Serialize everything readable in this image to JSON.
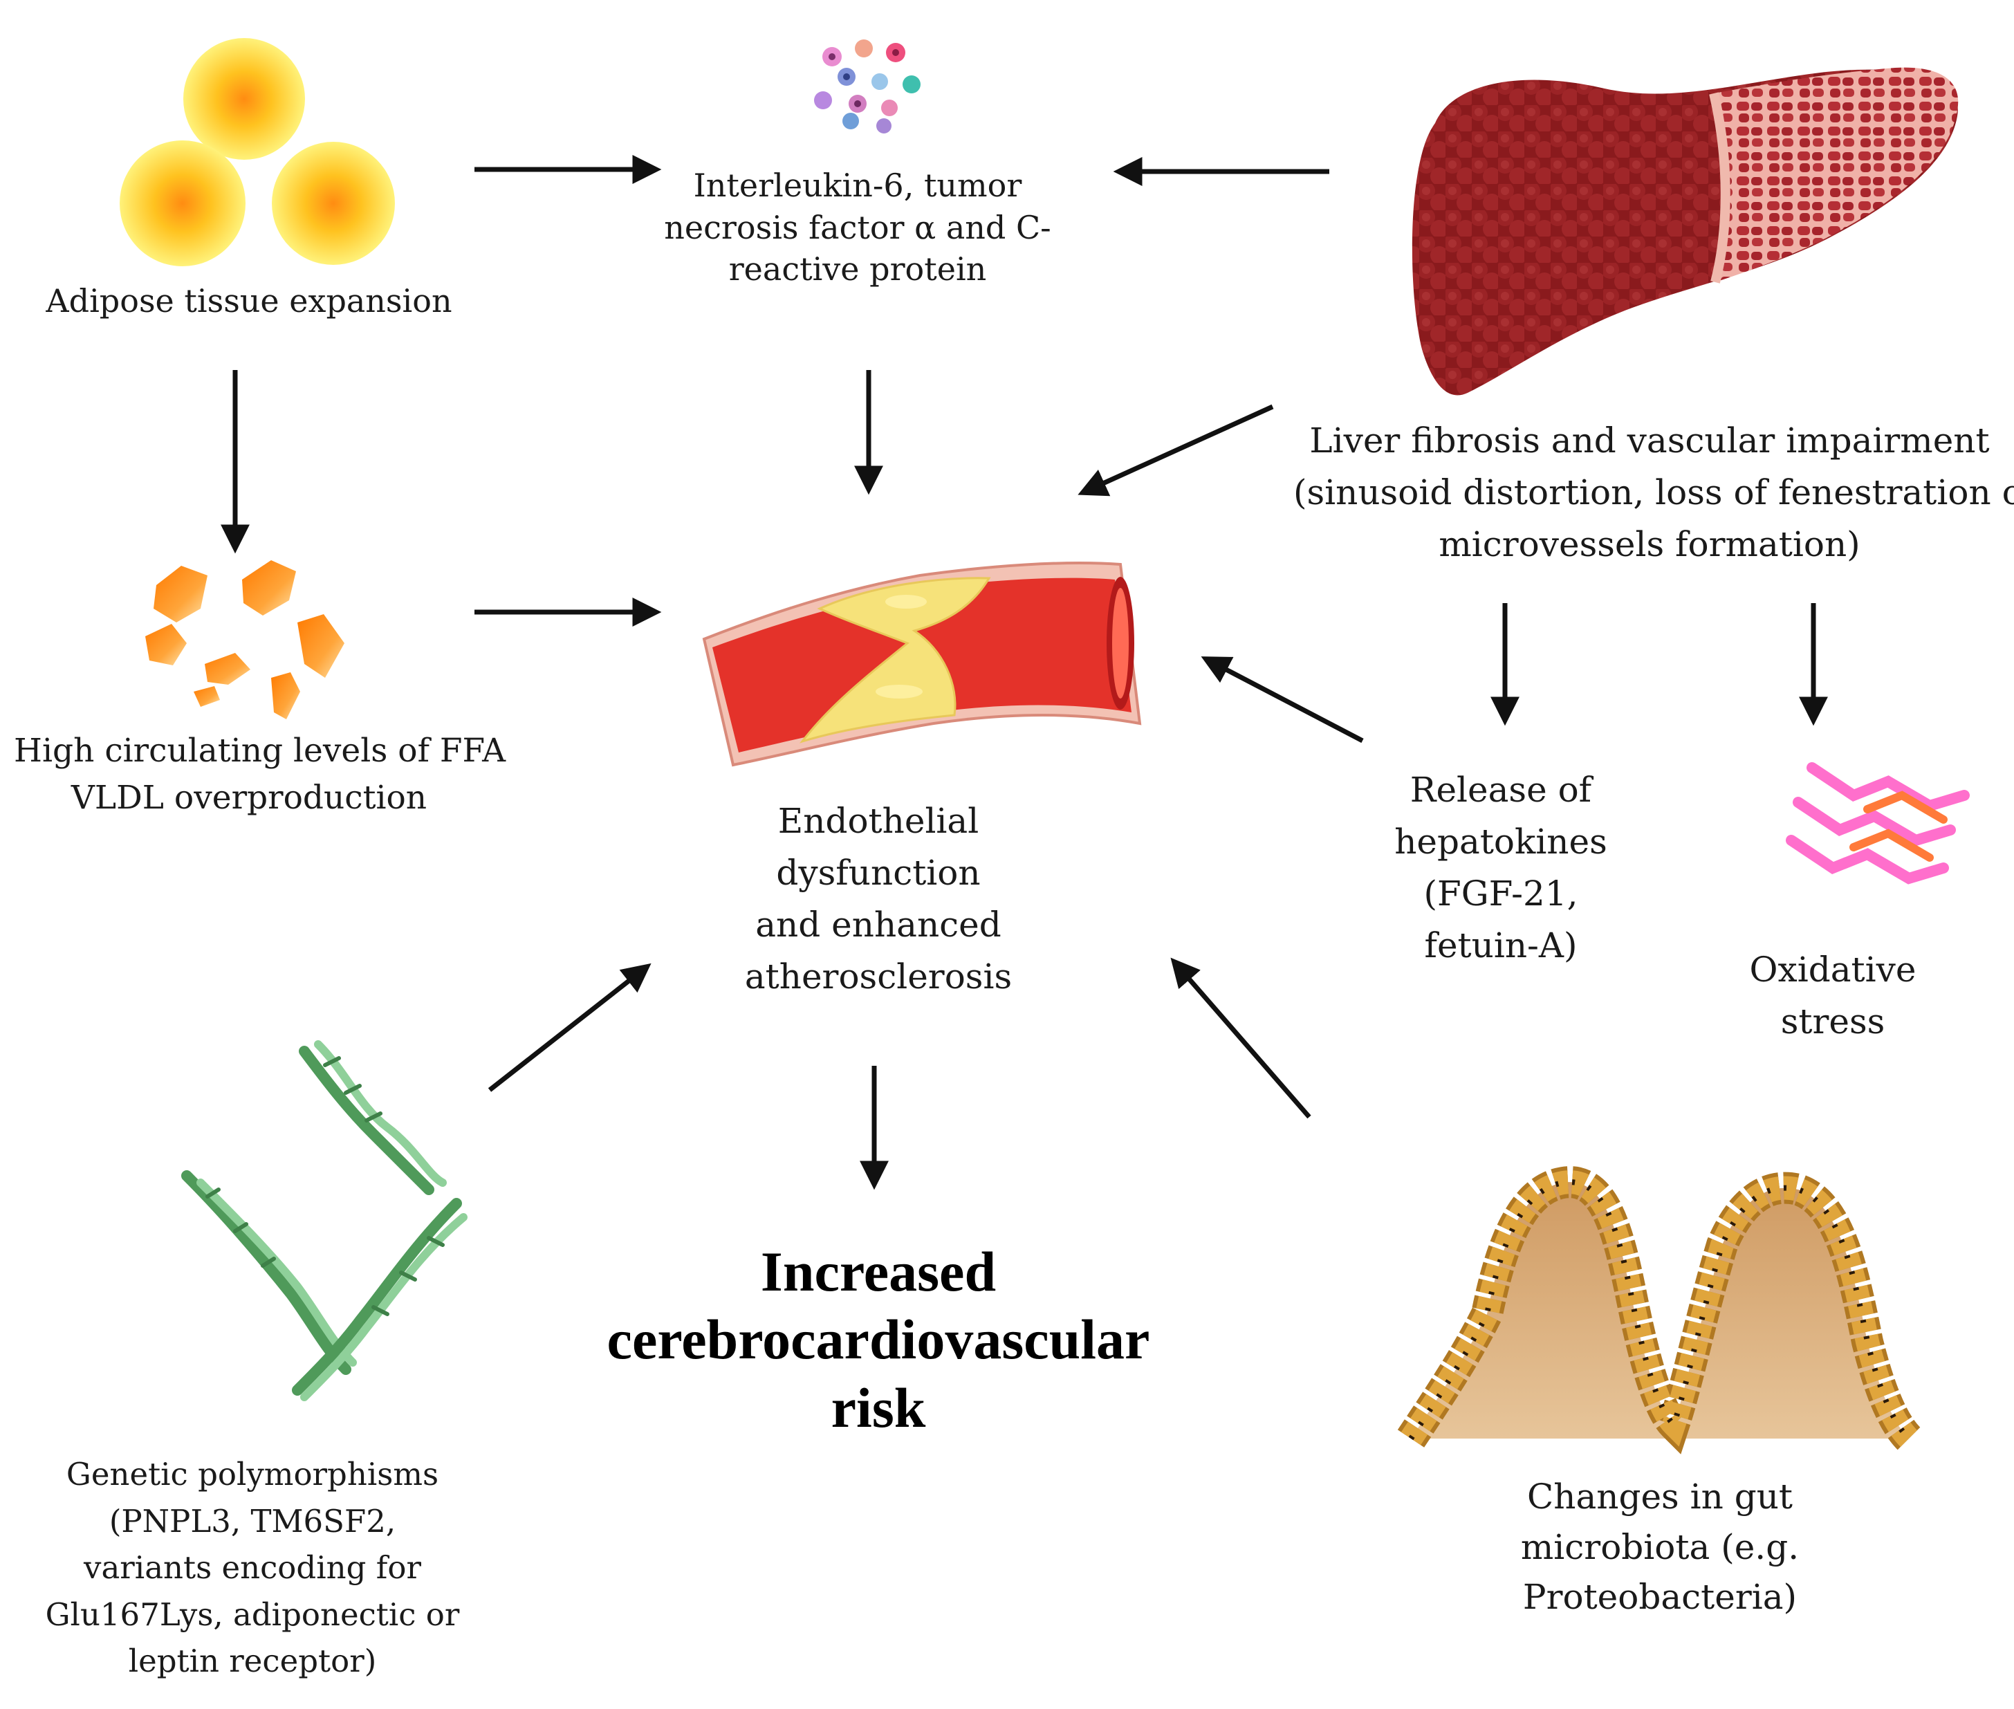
{
  "nodes": {
    "adipose": {
      "lines": [
        "Adipose tissue expansion"
      ],
      "icon": "adipocytes-icon"
    },
    "cytokines": {
      "lines": [
        "Interleukin-6, tumor",
        "necrosis factor α and C-",
        "reactive protein"
      ],
      "icon": "immune-cells-icon"
    },
    "liver": {
      "lines": [
        "Liver fibrosis and vascular impairment",
        "(sinusoid distortion, loss of fenestration or",
        "microvessels formation)"
      ],
      "icon": "fibrotic-liver-icon"
    },
    "ffa": {
      "lines": [
        "High circulating levels of FFA",
        "VLDL overproduction"
      ],
      "icon": "lipid-fragments-icon"
    },
    "endothelial": {
      "lines": [
        "Endothelial",
        "dysfunction",
        "and enhanced",
        "atherosclerosis"
      ],
      "icon": "atherosclerotic-artery-icon"
    },
    "hepatokines": {
      "lines": [
        "Release of",
        "hepatokines",
        "(FGF-21,",
        "fetuin-A)"
      ]
    },
    "oxidative": {
      "lines": [
        "Oxidative",
        "stress"
      ],
      "icon": "oxidative-stress-icon"
    },
    "risk": {
      "lines": [
        "Increased",
        "cerebrocardiovascular",
        "risk"
      ]
    },
    "genetic": {
      "lines": [
        "Genetic polymorphisms",
        "(PNPL3, TM6SF2,",
        "variants encoding for",
        "Glu167Lys, adiponectic or",
        "leptin receptor)"
      ],
      "icon": "dna-helix-icon"
    },
    "gut": {
      "lines": [
        "Changes in gut",
        "microbiota (e.g.",
        "Proteobacteria)"
      ],
      "icon": "intestinal-villi-icon"
    }
  },
  "edges": [
    {
      "from": "adipose",
      "to": "cytokines"
    },
    {
      "from": "liver",
      "to": "cytokines"
    },
    {
      "from": "adipose",
      "to": "ffa"
    },
    {
      "from": "cytokines",
      "to": "endothelial"
    },
    {
      "from": "liver",
      "to": "endothelial"
    },
    {
      "from": "ffa",
      "to": "endothelial"
    },
    {
      "from": "liver",
      "to": "hepatokines"
    },
    {
      "from": "liver",
      "to": "oxidative"
    },
    {
      "from": "hepatokines",
      "to": "endothelial"
    },
    {
      "from": "endothelial",
      "to": "risk"
    },
    {
      "from": "genetic",
      "to": "endothelial"
    },
    {
      "from": "gut",
      "to": "endothelial"
    }
  ],
  "colors": {
    "arrow": "#111111",
    "adipocyte_outer": "#ffe34d",
    "adipocyte_core": "#ff9a1a",
    "liver_dark": "#8c1c1c",
    "liver_light": "#c0393b",
    "artery_wall": "#e8352a",
    "plaque": "#f6e27a",
    "dna": "#4f9a5a",
    "villi": "#c98a2a",
    "oxidative_pink": "#ff5fc0",
    "oxidative_orange": "#ff7a3a"
  }
}
